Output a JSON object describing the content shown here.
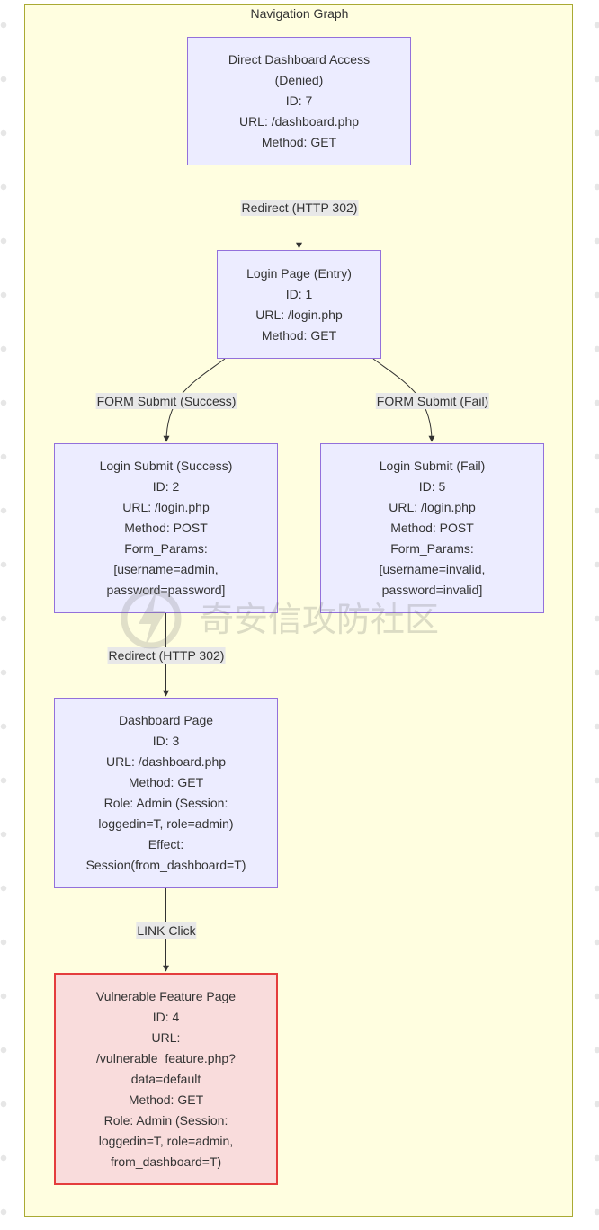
{
  "graph": {
    "title": "Navigation Graph"
  },
  "nodes": {
    "n7": {
      "lines": [
        "Direct Dashboard Access",
        "(Denied)",
        "ID: 7",
        "URL: /dashboard.php",
        "Method: GET"
      ]
    },
    "n1": {
      "lines": [
        "Login Page (Entry)",
        "ID: 1",
        "URL: /login.php",
        "Method: GET"
      ]
    },
    "n2": {
      "lines": [
        "Login Submit (Success)",
        "ID: 2",
        "URL: /login.php",
        "Method: POST",
        "Form_Params:",
        "[username=admin,",
        "password=password]"
      ]
    },
    "n5": {
      "lines": [
        "Login Submit (Fail)",
        "ID: 5",
        "URL: /login.php",
        "Method: POST",
        "Form_Params:",
        "[username=invalid,",
        "password=invalid]"
      ]
    },
    "n3": {
      "lines": [
        "Dashboard Page",
        "ID: 3",
        "URL: /dashboard.php",
        "Method: GET",
        "Role: Admin (Session:",
        "loggedin=T, role=admin)",
        "Effect:",
        "Session(from_dashboard=T)"
      ]
    },
    "n4": {
      "lines": [
        "Vulnerable Feature Page",
        "ID: 4",
        "URL:",
        "/vulnerable_feature.php?",
        "data=default",
        "Method: GET",
        "Role: Admin (Session:",
        "loggedin=T, role=admin,",
        "from_dashboard=T)"
      ]
    }
  },
  "edges": {
    "e7_1": {
      "label": "Redirect (HTTP 302)"
    },
    "e1_2": {
      "label": "FORM Submit (Success)"
    },
    "e1_5": {
      "label": "FORM Submit (Fail)"
    },
    "e2_3": {
      "label": "Redirect (HTTP 302)"
    },
    "e3_4": {
      "label": "LINK Click"
    }
  },
  "watermark": {
    "text": "奇安信攻防社区"
  },
  "colors": {
    "node_fill": "#ececff",
    "node_border": "#9370db",
    "danger_fill": "#f9dcdc",
    "danger_border": "#e43d3d",
    "cluster_fill": "#fffee0",
    "cluster_border": "#aaaa33",
    "edge": "#333333",
    "edge_label_bg": "#e8e8e8"
  }
}
